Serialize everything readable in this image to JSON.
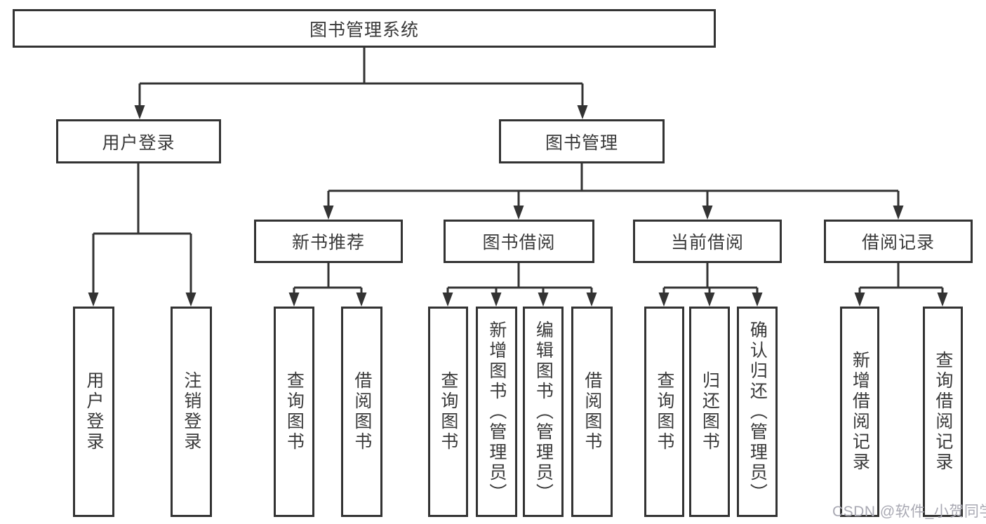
{
  "diagram": {
    "root": {
      "label": "图书管理系统"
    },
    "level2": {
      "user_login": {
        "label": "用户登录"
      },
      "book_mgmt": {
        "label": "图书管理"
      }
    },
    "level3": {
      "new_book_recommend": {
        "label": "新书推荐"
      },
      "book_borrowing": {
        "label": "图书借阅"
      },
      "current_borrowing": {
        "label": "当前借阅"
      },
      "borrowing_records": {
        "label": "借阅记录"
      }
    },
    "leaves": {
      "user_login_leaf": {
        "label": "用户登录"
      },
      "logout": {
        "label": "注销登录"
      },
      "query_book_a": {
        "label": "查询图书"
      },
      "borrow_book_a": {
        "label": "借阅图书"
      },
      "query_book_b": {
        "label": "查询图书"
      },
      "add_book_admin": {
        "label": "新增图书（管理员）"
      },
      "edit_book_admin": {
        "label": "编辑图书（管理员）"
      },
      "borrow_book_b": {
        "label": "借阅图书"
      },
      "query_book_c": {
        "label": "查询图书"
      },
      "return_book": {
        "label": "归还图书"
      },
      "confirm_return_admin": {
        "label": "确认归还（管理员）"
      },
      "add_borrow_record": {
        "label": "新增借阅记录"
      },
      "query_borrow_record": {
        "label": "查询借阅记录"
      }
    },
    "watermark": "CSDN @软件_小贺同学",
    "colors": {
      "line": "#333333",
      "box_border": "#333333",
      "text": "#3a3a3a",
      "watermark": "#a9a9b3",
      "background": "#ffffff"
    }
  }
}
